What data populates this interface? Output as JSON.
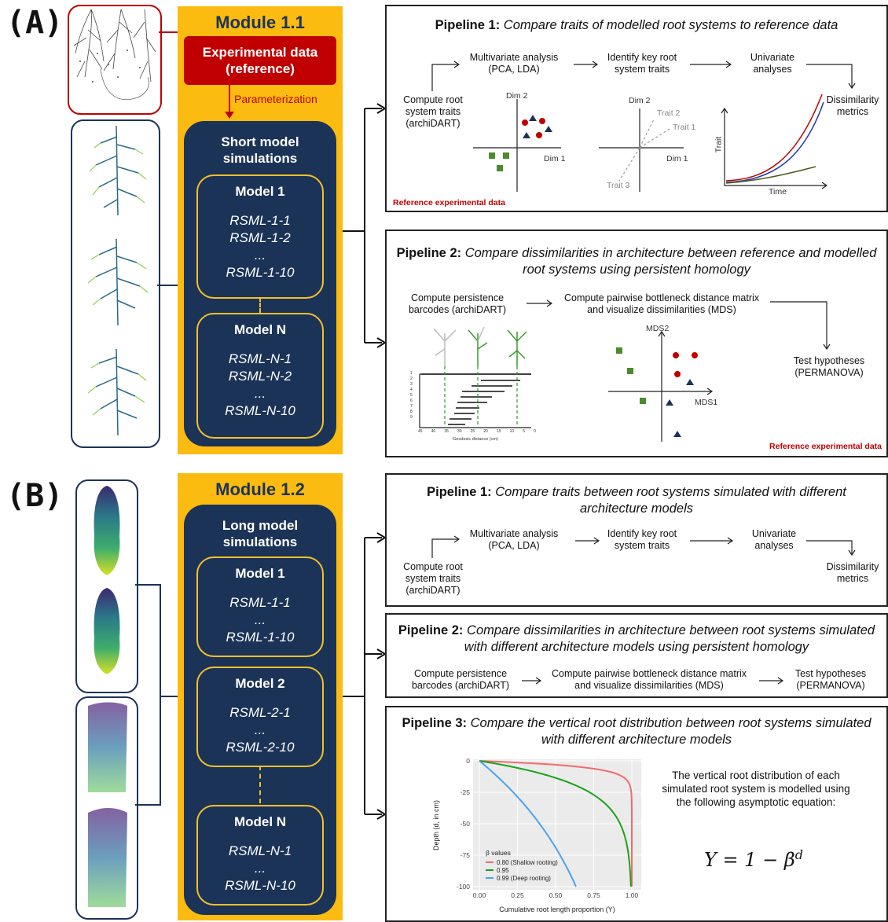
{
  "panel_a": {
    "letter": "(A)",
    "module_title": "Module 1.1",
    "experimental_box": "Experimental data (reference)",
    "parameterization": "Parameterization",
    "simulations_title": "Short model simulations",
    "models": [
      {
        "name": "Model 1",
        "runs": [
          "RSML-1-1",
          "RSML-1-2",
          "...",
          "RSML-1-10"
        ]
      },
      {
        "name": "Model N",
        "runs": [
          "RSML-N-1",
          "RSML-N-2",
          "...",
          "RSML-N-10"
        ]
      }
    ],
    "pipeline1": {
      "label": "Pipeline 1:",
      "title": "Compare traits of modelled root systems to reference data",
      "steps": [
        "Compute root system traits (archiDART)",
        "Multivariate analysis (PCA, LDA)",
        "Identify key root system traits",
        "Univariate analyses",
        "Dissimilarity metrics"
      ],
      "plot1_axes": [
        "Dim 2",
        "Dim 1"
      ],
      "plot2_axes": [
        "Dim 2",
        "Dim 1"
      ],
      "plot2_traits": [
        "Trait 1",
        "Trait 2",
        "Trait 3"
      ],
      "plot3_axes": [
        "Trait",
        "Time"
      ],
      "reference_label": "Reference experimental data"
    },
    "pipeline2": {
      "label": "Pipeline 2:",
      "title": "Compare dissimilarities in architecture between reference and modelled root systems using persistent homology",
      "steps": [
        "Compute persistence barcodes (archiDART)",
        "Compute pairwise bottleneck distance matrix and visualize dissimilarities (MDS)",
        "Test hypotheses (PERMANOVA)"
      ],
      "mds_axes": [
        "MDS2",
        "MDS1"
      ],
      "barcode_xlabel": "Geodesic distance (cm)",
      "barcode_xticks": [
        "45",
        "40",
        "35",
        "30",
        "25",
        "20",
        "15",
        "10",
        "5",
        "0"
      ],
      "barcode_yticks": [
        "1",
        "2",
        "3",
        "4",
        "5",
        "6",
        "7",
        "8",
        "9"
      ],
      "reference_label": "Reference experimental data"
    }
  },
  "panel_b": {
    "letter": "(B)",
    "module_title": "Module 1.2",
    "simulations_title": "Long model simulations",
    "models": [
      {
        "name": "Model 1",
        "runs": [
          "RSML-1-1",
          "...",
          "RSML-1-10"
        ]
      },
      {
        "name": "Model 2",
        "runs": [
          "RSML-2-1",
          "...",
          "RSML-2-10"
        ]
      },
      {
        "name": "Model N",
        "runs": [
          "RSML-N-1",
          "...",
          "RSML-N-10"
        ]
      }
    ],
    "pipeline1": {
      "label": "Pipeline 1:",
      "title": "Compare traits between root systems simulated with different architecture models",
      "steps": [
        "Compute root system traits (archiDART)",
        "Multivariate analysis (PCA, LDA)",
        "Identify key root system traits",
        "Univariate analyses",
        "Dissimilarity metrics"
      ]
    },
    "pipeline2": {
      "label": "Pipeline 2:",
      "title": "Compare dissimilarities in architecture between root systems simulated with different architecture models using persistent homology",
      "steps": [
        "Compute persistence barcodes (archiDART)",
        "Compute pairwise bottleneck distance matrix and visualize dissimilarities (MDS)",
        "Test hypotheses (PERMANOVA)"
      ]
    },
    "pipeline3": {
      "label": "Pipeline 3:",
      "title": "Compare the vertical root distribution between root systems simulated with different architecture models",
      "description": "The vertical root distribution of each simulated root system is modelled using the following asymptotic equation:",
      "equation": "Y = 1 − β",
      "equation_exp": "d",
      "chart": {
        "ylabel": "Depth (d, in cm)",
        "xlabel": "Cumulative root length proportion (Y)",
        "legend_title": "β values",
        "series": [
          {
            "name": "0.80 (Shallow rooting)",
            "beta": 0.8,
            "color": "#f26b6b"
          },
          {
            "name": "0.95",
            "beta": 0.95,
            "color": "#1aa31a"
          },
          {
            "name": "0.99 (Deep rooting)",
            "beta": 0.99,
            "color": "#4aa3f0"
          }
        ],
        "yticks": [
          "0",
          "-25",
          "-50",
          "-75",
          "-100"
        ],
        "xticks": [
          "0.00",
          "0.25",
          "0.50",
          "0.75",
          "1.00"
        ]
      }
    }
  },
  "colors": {
    "navy": "#1c3358",
    "module_yellow": "#fbbb10",
    "reference_red": "#c00000"
  }
}
